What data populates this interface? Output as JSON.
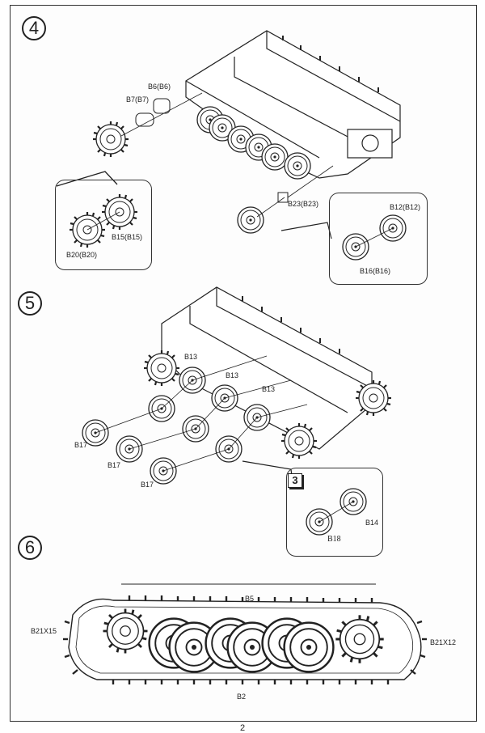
{
  "steps": {
    "s4": {
      "number": "4",
      "labels": {
        "b6": "B6(B6)",
        "b7": "B7(B7)",
        "b15": "B15(B15)",
        "b20": "B20(B20)",
        "b23": "B23(B23)",
        "b12": "B12(B12)",
        "b16": "B16(B16)"
      }
    },
    "s5": {
      "number": "5",
      "labels": {
        "b13a": "B13",
        "b13b": "B13",
        "b13c": "B13",
        "b17a": "B17",
        "b17b": "B17",
        "b17c": "B17",
        "b14": "B14",
        "b18": "B18",
        "qty": "3"
      }
    },
    "s6": {
      "number": "6",
      "labels": {
        "b5": "B5",
        "b21left": "B21X15",
        "b21right": "B21X12",
        "b2": "B2"
      }
    }
  },
  "page_number": "2"
}
